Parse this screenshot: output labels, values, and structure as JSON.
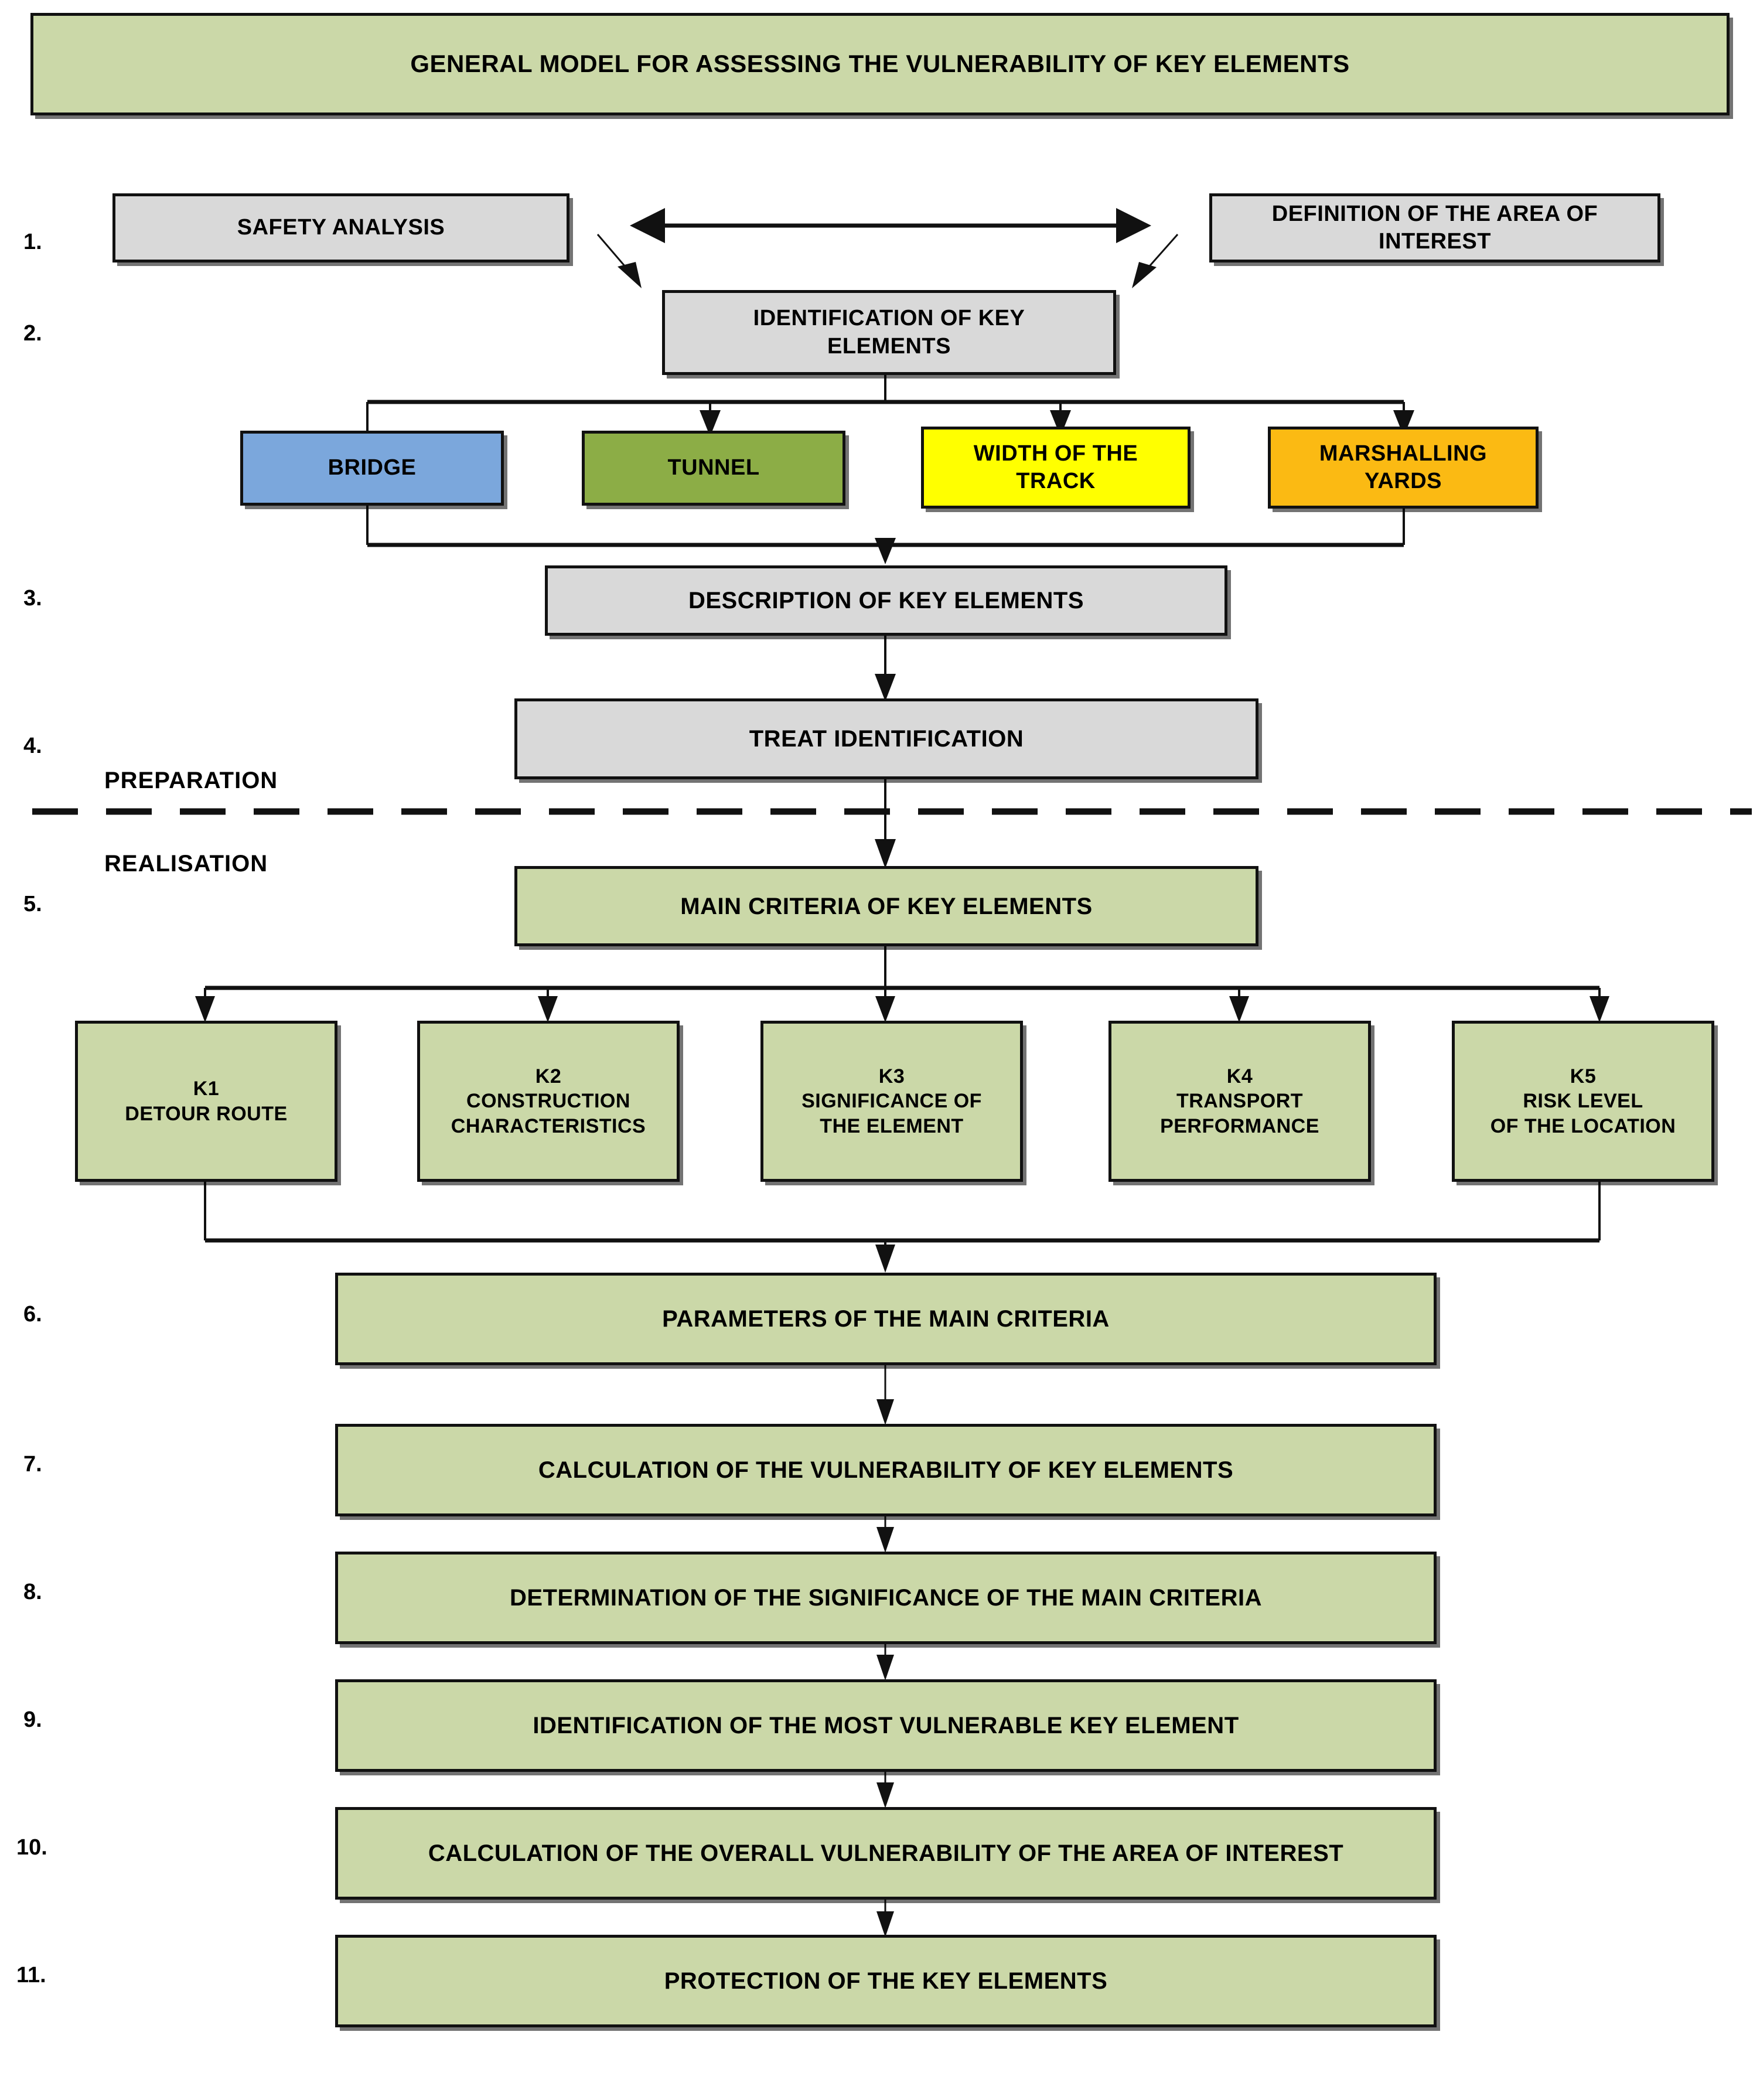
{
  "title": {
    "text": "GENERAL MODEL FOR ASSESSING THE VULNERABILITY OF KEY ELEMENTS"
  },
  "phases": {
    "preparation": "PREPARATION",
    "realisation": "REALISATION"
  },
  "step_numbers": {
    "n1": "1.",
    "n2": "2.",
    "n3": "3.",
    "n4": "4.",
    "n5": "5.",
    "n6": "6.",
    "n7": "7.",
    "n8": "8.",
    "n9": "9.",
    "n10": "10.",
    "n11": "11."
  },
  "nodes": {
    "safety_analysis": "SAFETY ANALYSIS",
    "area_definition": "DEFINITION OF THE AREA OF\nINTEREST",
    "identification_key_elements": "IDENTIFICATION OF KEY\nELEMENTS",
    "bridge": "BRIDGE",
    "tunnel": "TUNNEL",
    "width_of_track": "WIDTH OF THE\nTRACK",
    "marshalling_yards": "MARSHALLING\nYARDS",
    "description_key_elements": "DESCRIPTION OF KEY ELEMENTS",
    "treat_identification": "TREAT IDENTIFICATION",
    "main_criteria": "MAIN CRITERIA OF KEY ELEMENTS",
    "k1": "K1\nDETOUR ROUTE",
    "k2": "K2\nCONSTRUCTION\nCHARACTERISTICS",
    "k3": "K3\nSIGNIFICANCE OF\nTHE ELEMENT",
    "k4": "K4\nTRANSPORT\nPERFORMANCE",
    "k5": "K5\nRISK LEVEL\nOF THE LOCATION",
    "parameters_main_criteria": "PARAMETERS OF THE MAIN CRITERIA",
    "calculation_vulnerability": "CALCULATION OF THE VULNERABILITY OF KEY ELEMENTS",
    "determination_significance": "DETERMINATION OF THE SIGNIFICANCE OF THE MAIN CRITERIA",
    "identification_most_vulnerable": "IDENTIFICATION OF THE MOST VULNERABLE KEY ELEMENT",
    "calculation_overall": "CALCULATION OF THE OVERALL VULNERABILITY OF THE AREA OF INTEREST",
    "protection_key_elements": "PROTECTION OF THE KEY ELEMENTS"
  },
  "colors": {
    "title_fill": "#cbd8a8",
    "grey_fill": "#d9d9d9",
    "green_fill": "#cbd8a8",
    "bridge_fill": "#7ba7dc",
    "tunnel_fill": "#8cad46",
    "track_fill": "#ffff00",
    "yards_fill": "#fbba13",
    "outline": "#111111"
  }
}
